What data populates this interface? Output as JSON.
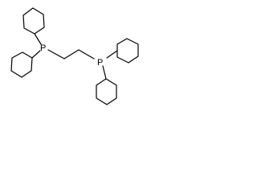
{
  "molecule": {
    "atoms": [
      {
        "element": "P",
        "label": "P"
      },
      {
        "element": "P",
        "label": "P"
      }
    ]
  },
  "colors": {
    "bond": "#000000",
    "label": "#000000",
    "background": "#ffffff"
  }
}
